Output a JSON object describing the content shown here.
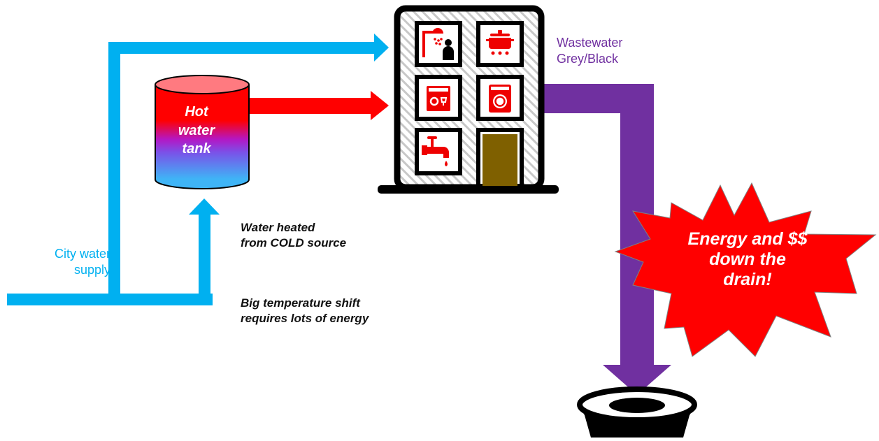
{
  "labels": {
    "city_supply": "City water\nsupply",
    "wastewater": "Wastewater\nGrey/Black",
    "tank": "Hot\nwater\ntank",
    "note_heated": "Water heated\nfrom COLD source",
    "note_energy": "Big temperature shift\nrequires lots of energy",
    "burst": "Energy and $$\ndown the\ndrain!"
  },
  "icons": {
    "room_1": "shower-icon",
    "room_2": "cooking-pot-icon",
    "room_3": "dishwasher-icon",
    "room_4": "washing-machine-icon",
    "room_5": "faucet-icon",
    "room_6": "door-icon"
  },
  "colors": {
    "cold_water": "#00B0F0",
    "hot_water": "#FF0000",
    "wastewater": "#7030A0",
    "tank_top": "#FF7A80",
    "door": "#7F6000",
    "building_frame": "#000000",
    "burst_fill": "#FF0000"
  }
}
